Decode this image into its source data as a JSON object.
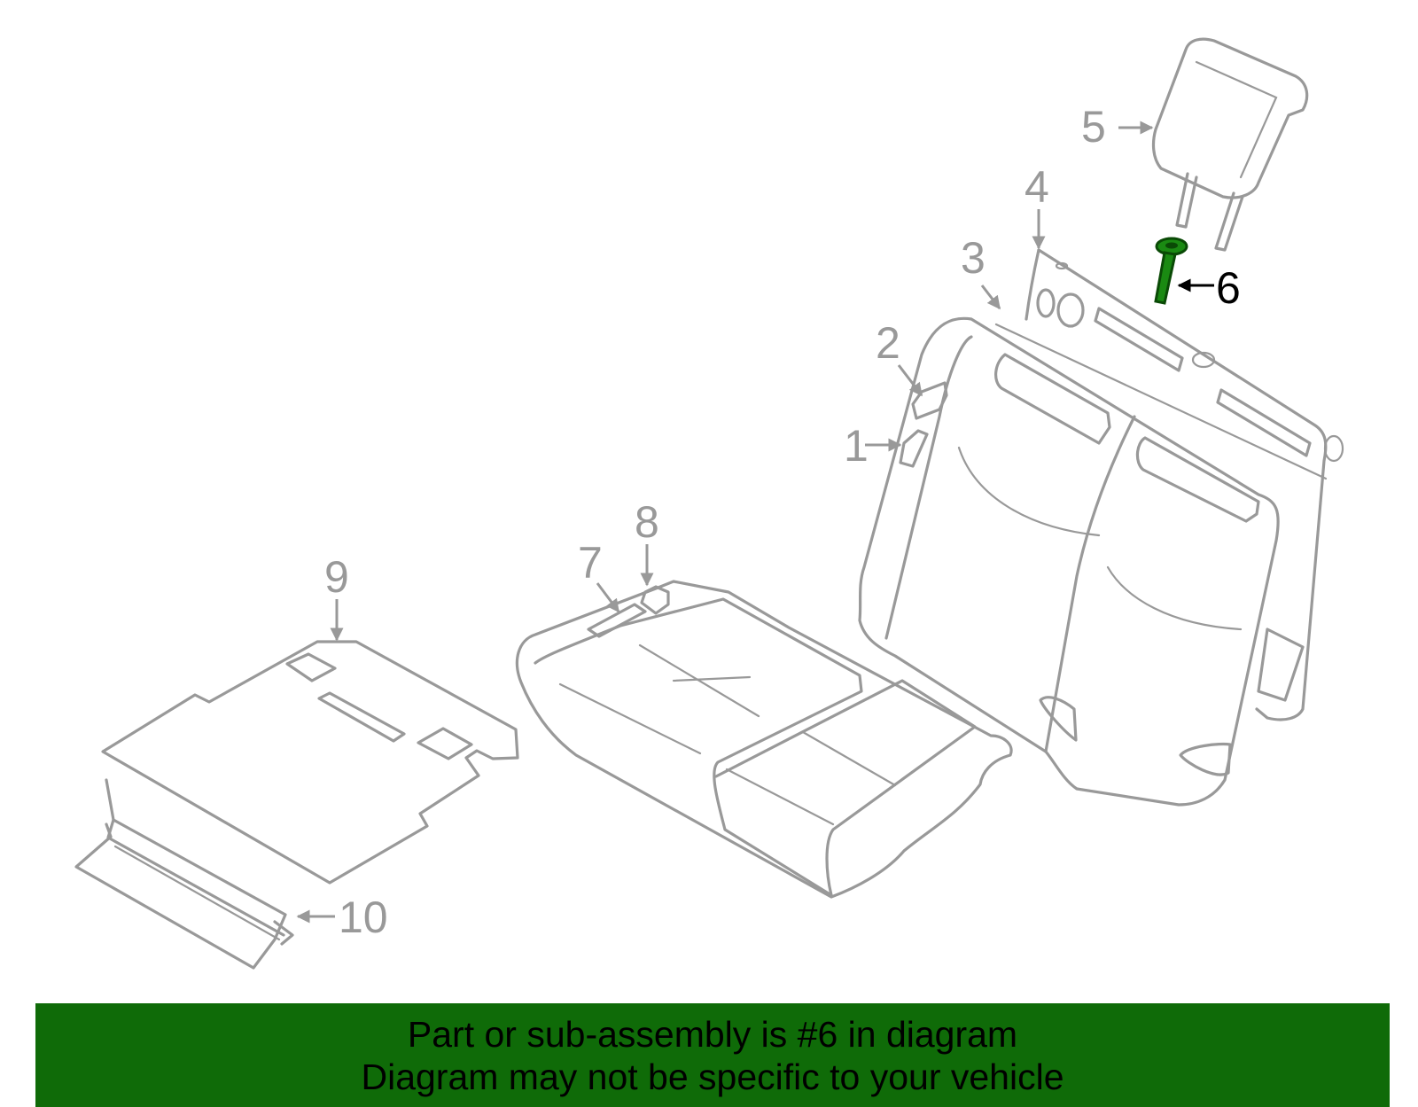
{
  "diagram": {
    "callouts": [
      "1",
      "2",
      "3",
      "4",
      "5",
      "6",
      "7",
      "8",
      "9",
      "10"
    ],
    "highlighted_callout": "6",
    "colors": {
      "line": "#999999",
      "highlight_part": "#1a8a12",
      "highlight_label": "#000000",
      "banner": "#0f6b08"
    }
  },
  "banner": {
    "line1": "Part or sub-assembly is #6 in diagram",
    "line2": "Diagram may not be specific to your vehicle"
  }
}
